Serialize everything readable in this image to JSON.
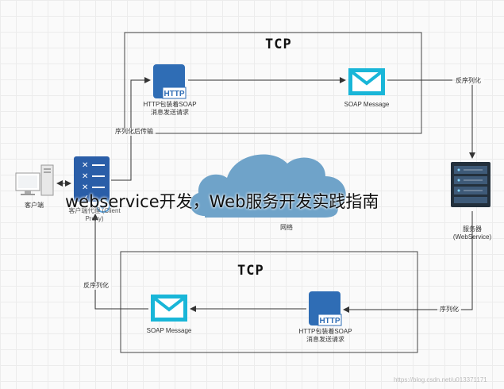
{
  "diagram": {
    "title_overlay": "webservice开发，Web服务开发实践指南",
    "top_box": {
      "label": "TCP",
      "http_node": {
        "icon_text": "HTTP",
        "caption_line1": "HTTP包装着SOAP",
        "caption_line2": "消息发送请求"
      },
      "soap_node": {
        "caption": "SOAP Message"
      }
    },
    "bottom_box": {
      "label": "TCP",
      "http_node": {
        "icon_text": "HTTP",
        "caption_line1": "HTTP包装着SOAP",
        "caption_line2": "消息发送请求"
      },
      "soap_node": {
        "caption": "SOAP Message"
      }
    },
    "client_pc": {
      "caption": "客户端"
    },
    "client_proxy": {
      "caption_line1": "客户端代理 (Client",
      "caption_line2": "Proxy)"
    },
    "network": {
      "caption": "网络"
    },
    "server": {
      "caption_line1": "服务器",
      "caption_line2": "(WebService)"
    },
    "edge_labels": {
      "serialize_transmit": "序列化后传输",
      "deserialize_top": "反序列化",
      "serialize_bottom": "序列化",
      "deserialize_bottom": "反序列化"
    },
    "watermark": "https://blog.csdn.net/u013371171"
  },
  "colors": {
    "box_border": "#444444",
    "arrow": "#333333",
    "http_blue": "#2f6db5",
    "mail_cyan": "#19b6d8",
    "cloud_blue": "#6fa3c9",
    "proxy_blue": "#2a5ea8"
  }
}
